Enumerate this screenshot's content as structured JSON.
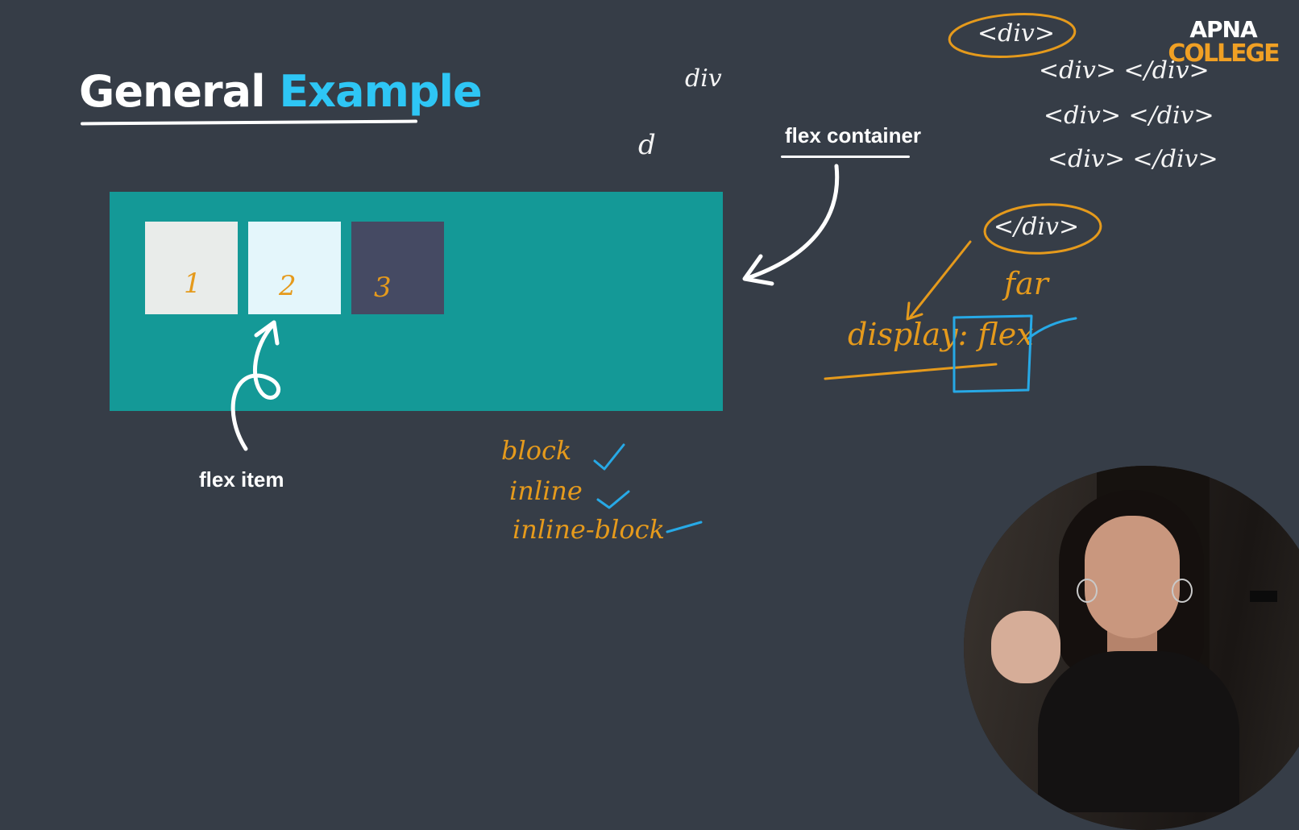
{
  "slide": {
    "title_part1": "General",
    "title_part2": "Example",
    "items": [
      {
        "label": "1"
      },
      {
        "label": "2"
      },
      {
        "label": "3"
      }
    ],
    "flex_container_label": "flex container",
    "flex_item_label": "flex item"
  },
  "annotations": {
    "div_note": "div",
    "d_note": "d",
    "div_tag_circled": "<div>",
    "div_lines": [
      "<div> </div>",
      "<div> </div>",
      "<div> </div>"
    ],
    "close_tag_circled": "</div>",
    "far_note": "far",
    "display_flex": "display: flex",
    "display_types": [
      "block",
      "inline",
      "inline-block"
    ]
  },
  "logo": {
    "line1": "APNA",
    "line2": "COLLEGE"
  },
  "colors": {
    "background": "#363d47",
    "container": "#149997",
    "item1": "#e9ecea",
    "item2": "#e4f6fb",
    "item3": "#454a63",
    "accent_blue": "#2ec6f5",
    "pen_orange": "#e59a1c",
    "pen_blue": "#27a9e6"
  },
  "icons": [
    "check-icon",
    "arrow-icon"
  ]
}
